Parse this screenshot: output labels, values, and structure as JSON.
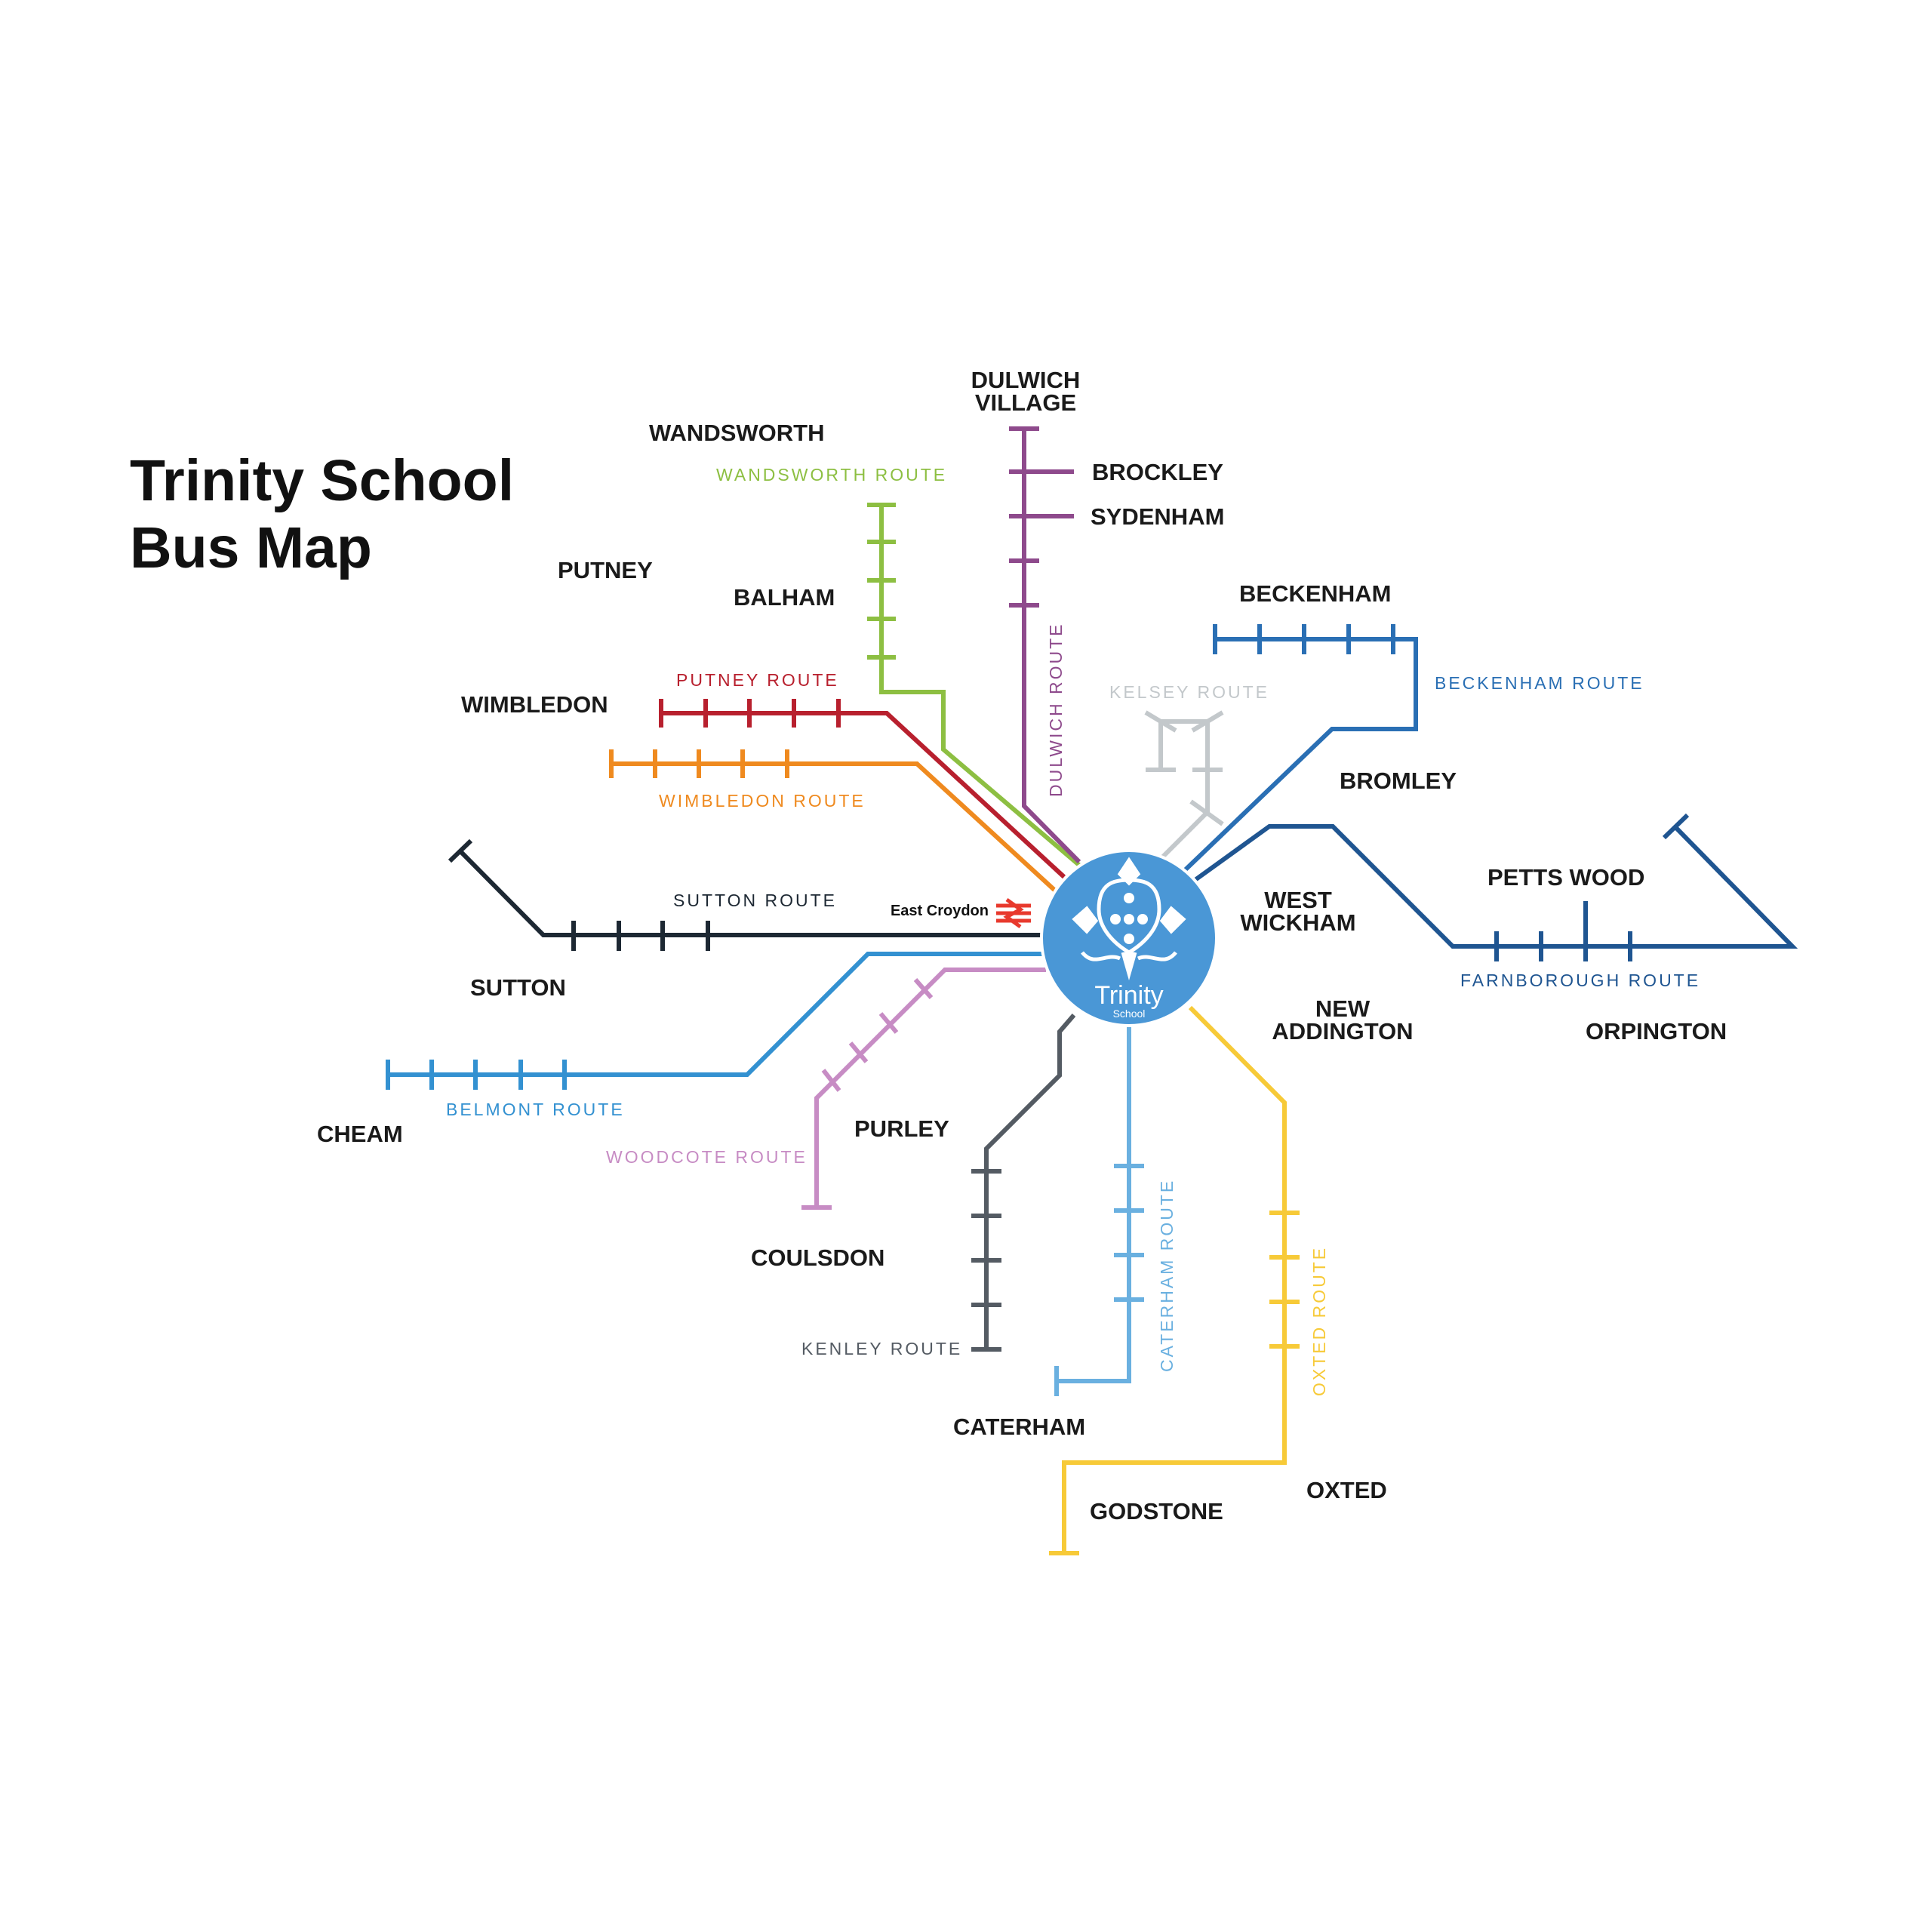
{
  "title": {
    "line1": "Trinity School",
    "line2": "Bus Map"
  },
  "hub": {
    "name": "Trinity",
    "subtitle": "School",
    "color": "#4a97d6",
    "icon": "school-crest-icon"
  },
  "station": {
    "label": "East Croydon",
    "icon": "national-rail-icon",
    "color": "#e8392d"
  },
  "places": {
    "dulwich_village_1": "DULWICH",
    "dulwich_village_2": "VILLAGE",
    "brockley": "BROCKLEY",
    "sydenham": "SYDENHAM",
    "wandsworth": "WANDSWORTH",
    "putney": "PUTNEY",
    "balham": "BALHAM",
    "wimbledon": "WIMBLEDON",
    "beckenham": "BECKENHAM",
    "bromley": "BROMLEY",
    "petts_wood": "PETTS WOOD",
    "west_wickham_1": "WEST",
    "west_wickham_2": "WICKHAM",
    "new_addington_1": "NEW",
    "new_addington_2": "ADDINGTON",
    "orpington": "ORPINGTON",
    "sutton": "SUTTON",
    "cheam": "CHEAM",
    "purley": "PURLEY",
    "coulsdon": "COULSDON",
    "caterham": "CATERHAM",
    "godstone": "GODSTONE",
    "oxted": "OXTED"
  },
  "routes": {
    "wandsworth": {
      "label": "WANDSWORTH ROUTE",
      "color": "#8dbf42"
    },
    "dulwich": {
      "label": "DULWICH ROUTE",
      "color": "#8e4a8c"
    },
    "putney": {
      "label": "PUTNEY ROUTE",
      "color": "#b8202e"
    },
    "wimbledon": {
      "label": "WIMBLEDON ROUTE",
      "color": "#ef8a1f"
    },
    "kelsey": {
      "label": "KELSEY ROUTE",
      "color": "#c3c8cb"
    },
    "beckenham": {
      "label": "BECKENHAM ROUTE",
      "color": "#2a6fb4"
    },
    "farnborough": {
      "label": "FARNBOROUGH ROUTE",
      "color": "#1f5591"
    },
    "sutton": {
      "label": "SUTTON ROUTE",
      "color": "#1d2833"
    },
    "belmont": {
      "label": "BELMONT ROUTE",
      "color": "#3391d1"
    },
    "woodcote": {
      "label": "WOODCOTE ROUTE",
      "color": "#c78cc4"
    },
    "kenley": {
      "label": "KENLEY ROUTE",
      "color": "#545b63"
    },
    "caterham": {
      "label": "CATERHAM ROUTE",
      "color": "#6ab0e0"
    },
    "oxted": {
      "label": "OXTED ROUTE",
      "color": "#f7ca38"
    }
  }
}
